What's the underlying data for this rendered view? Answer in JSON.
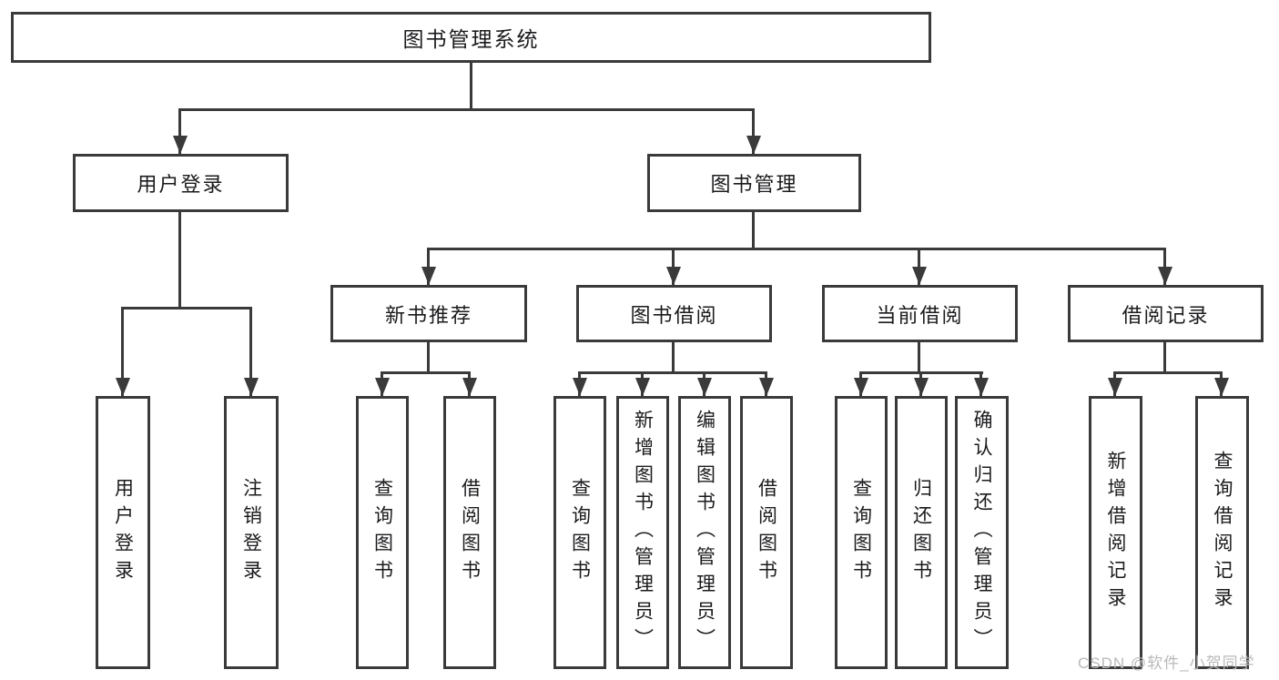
{
  "diagram": {
    "title": "图书管理系统",
    "tree": {
      "root": {
        "label": "图书管理系统"
      },
      "branches": [
        {
          "label": "用户登录",
          "children": [
            "用户登录",
            "注销登录"
          ]
        },
        {
          "label": "图书管理",
          "sections": [
            {
              "label": "新书推荐",
              "children": [
                "查询图书",
                "借阅图书"
              ]
            },
            {
              "label": "图书借阅",
              "children": [
                "查询图书",
                "新增图书（管理员）",
                "编辑图书（管理员）",
                "借阅图书"
              ]
            },
            {
              "label": "当前借阅",
              "children": [
                "查询图书",
                "归还图书",
                "确认归还（管理员）"
              ]
            },
            {
              "label": "借阅记录",
              "children": [
                "新增借阅记录",
                "查询借阅记录"
              ]
            }
          ]
        }
      ]
    },
    "colors": {
      "line": "#3a3a3a",
      "text": "#1b1b1e",
      "background": "#ffffff",
      "watermark": "#b9b9b9"
    },
    "watermark": {
      "text": "CSDN @软件_小贺同学"
    }
  }
}
